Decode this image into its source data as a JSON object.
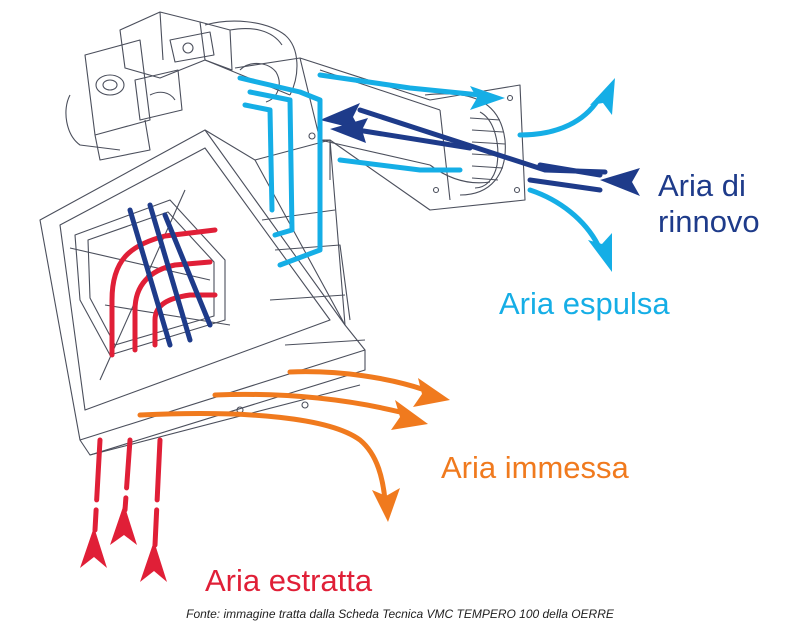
{
  "labels": {
    "aria_di_rinnovo_line1": "Aria di",
    "aria_di_rinnovo_line2": "rinnovo",
    "aria_espulsa": "Aria espulsa",
    "aria_immessa": "Aria immessa",
    "aria_estratta": "Aria estratta"
  },
  "caption": "Fonte: immagine tratta dalla Scheda Tecnica VMC TEMPERO 100 della OERRE",
  "colors": {
    "aria_di_rinnovo": "#1e3b8a",
    "aria_espulsa": "#15aee6",
    "aria_immessa": "#f07a1e",
    "aria_estratta": "#e01f37",
    "line_art": "#4b4f5c"
  }
}
